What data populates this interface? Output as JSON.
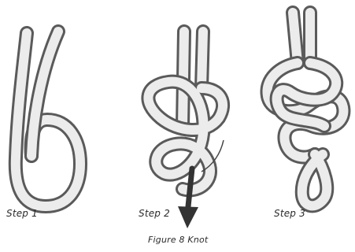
{
  "diagram": {
    "labels": {
      "step1": "Step 1",
      "step2": "Step 2",
      "step3": "Step 3"
    },
    "caption": "Figure 8 Knot"
  }
}
